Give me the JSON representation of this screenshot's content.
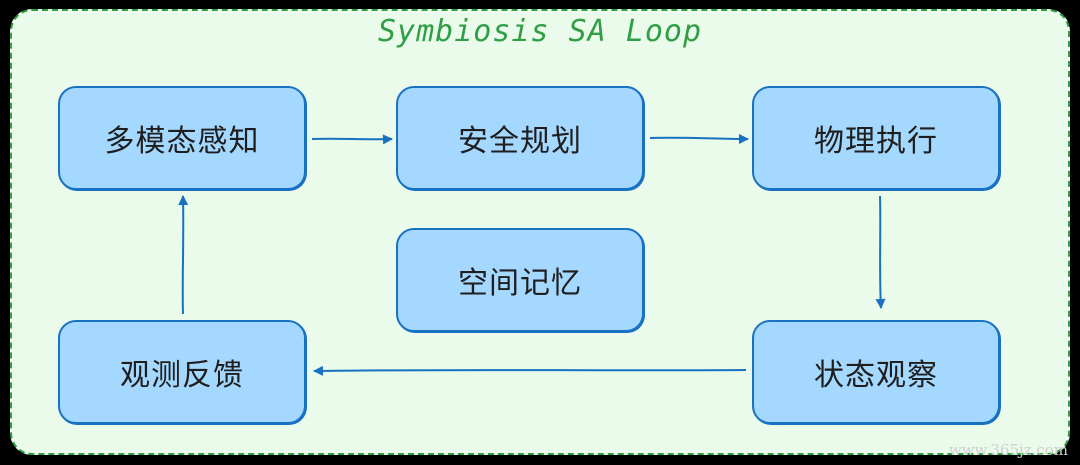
{
  "diagram": {
    "title": "Symbiosis SA Loop",
    "colors": {
      "frame_fill": "#eafaeb",
      "frame_stroke": "#2f9e44",
      "node_fill": "#a5d8ff",
      "node_stroke": "#1971c2",
      "edge": "#1971c2"
    },
    "nodes": {
      "perception": "多模态感知",
      "planning": "安全规划",
      "execution": "物理执行",
      "memory": "空间记忆",
      "feedback": "观测反馈",
      "observation": "状态观察"
    },
    "edges": [
      {
        "from": "perception",
        "to": "planning"
      },
      {
        "from": "planning",
        "to": "execution"
      },
      {
        "from": "execution",
        "to": "observation"
      },
      {
        "from": "observation",
        "to": "feedback"
      },
      {
        "from": "feedback",
        "to": "perception"
      }
    ]
  },
  "watermark": "www.365jz.com"
}
